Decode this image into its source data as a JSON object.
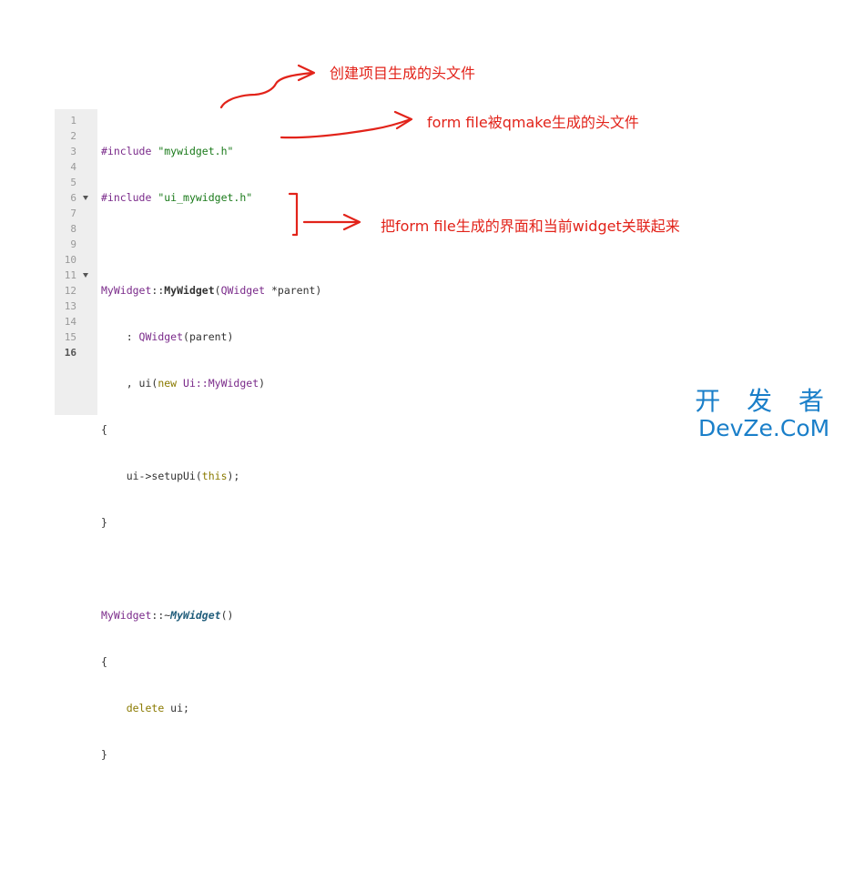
{
  "editor": {
    "line_numbers": [
      "1",
      "2",
      "3",
      "4",
      "5",
      "6",
      "7",
      "8",
      "9",
      "10",
      "11",
      "12",
      "13",
      "14",
      "15",
      "16"
    ],
    "active_line": "16",
    "code": {
      "l1": {
        "kw": "#include",
        "sp": " ",
        "str": "\"mywidget.h\""
      },
      "l2": {
        "kw": "#include",
        "sp": " ",
        "str": "\"ui_mywidget.h\""
      },
      "l4": {
        "cls": "MyWidget",
        "sep": "::",
        "fn": "MyWidget",
        "p1": "(",
        "ty": "QWidget",
        "p2": " *parent)"
      },
      "l5": {
        "indent": "    : ",
        "ty": "QWidget",
        "rest": "(parent)"
      },
      "l6": {
        "indent": "    , ui(",
        "kw": "new",
        "sp": " ",
        "ty": "Ui::MyWidget",
        "rest": ")"
      },
      "l7": "{",
      "l8": {
        "indent": "    ui->",
        "fn": "setupUi",
        "p1": "(",
        "kw": "this",
        "p2": ");"
      },
      "l9": "}",
      "l11": {
        "cls": "MyWidget",
        "sep": "::~",
        "fn": "MyWidget",
        "rest": "()"
      },
      "l12": "{",
      "l13": {
        "indent": "    ",
        "kw": "delete",
        "rest": " ui;"
      },
      "l14": "}"
    }
  },
  "annotations": {
    "a1": "创建项目生成的头文件",
    "a2": "form file被qmake生成的头文件",
    "a3": "把form file生成的界面和当前widget关联起来"
  },
  "logo": {
    "cn": "开 发 者",
    "en": "DevZe.CoM"
  },
  "colors": {
    "annotation": "#e2231a",
    "logo": "#1a7fc9",
    "gutter": "#eeeeee"
  }
}
